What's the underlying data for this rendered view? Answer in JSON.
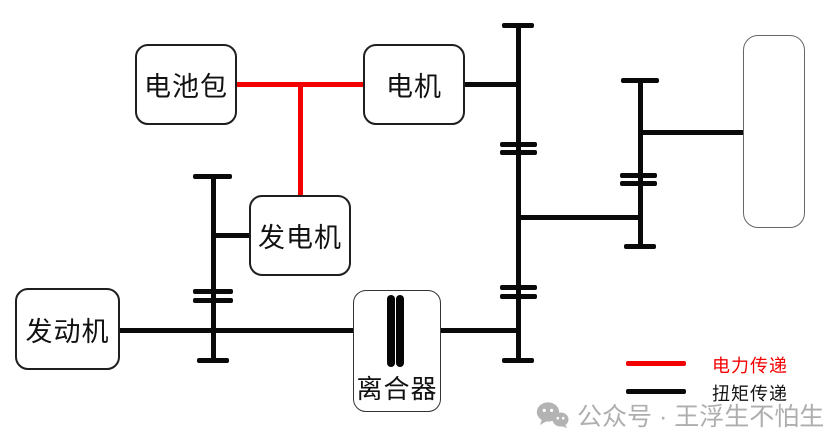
{
  "diagram": {
    "type": "powertrain-schematic",
    "nodes": {
      "battery": {
        "label": "电池包"
      },
      "motor": {
        "label": "电机"
      },
      "generator": {
        "label": "发电机"
      },
      "engine": {
        "label": "发动机"
      },
      "clutch": {
        "label": "离合器"
      },
      "wheel": {
        "label": ""
      }
    },
    "edges": [
      {
        "from": "battery",
        "to": "motor",
        "type": "power"
      },
      {
        "from": "battery",
        "to": "generator",
        "type": "power"
      },
      {
        "from": "motor",
        "to": "center-shaft",
        "type": "torque"
      },
      {
        "from": "generator",
        "to": "left-gear",
        "type": "torque"
      },
      {
        "from": "engine",
        "to": "clutch",
        "type": "torque"
      },
      {
        "from": "clutch",
        "to": "center-shaft",
        "type": "torque"
      },
      {
        "from": "center-shaft",
        "to": "right-gear",
        "type": "torque"
      },
      {
        "from": "right-gear",
        "to": "wheel",
        "type": "torque"
      }
    ],
    "colors": {
      "power_line": "#f50000",
      "torque_line": "#0a0a0a"
    }
  },
  "legend": {
    "items": [
      {
        "label": "电力传递",
        "color": "#f50000"
      },
      {
        "label": "扭矩传递",
        "color": "#0a0a0a"
      }
    ]
  },
  "watermark": {
    "text": "公众号 · 王浮生不怕生",
    "color": "#aeaeae"
  }
}
